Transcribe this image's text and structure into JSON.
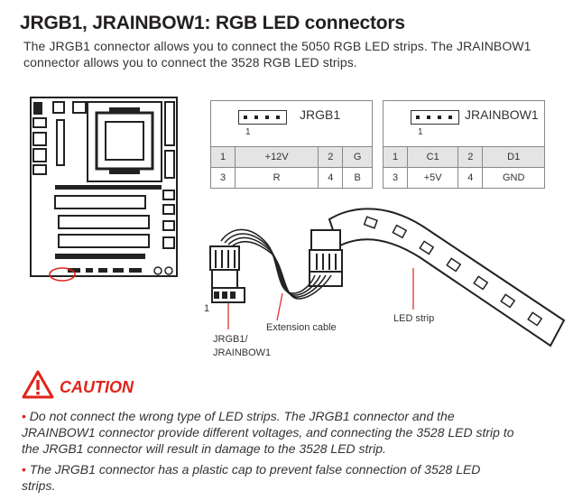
{
  "title": "JRGB1, JRAINBOW1: RGB LED connectors",
  "intro": [
    "The JRGB1 connector allows you to connect the 5050 RGB LED strips. The JRAINBOW1",
    "connector allows you to connect the 3528 RGB LED strips."
  ],
  "jrgb1": {
    "name": "JRGB1",
    "pin1_marker": "1",
    "rows": [
      [
        "1",
        "+12V",
        "2",
        "G"
      ],
      [
        "3",
        "R",
        "4",
        "B"
      ]
    ]
  },
  "jrainbow1": {
    "name": "JRAINBOW1",
    "pin1_marker": "1",
    "rows": [
      [
        "1",
        "C1",
        "2",
        "D1"
      ],
      [
        "3",
        "+5V",
        "4",
        "GND"
      ]
    ]
  },
  "diagram": {
    "pin1_marker": "1",
    "extension_cable": "Extension cable",
    "led_strip": "LED strip",
    "connector_label_line1": "JRGB1/",
    "connector_label_line2": "JRAINBOW1"
  },
  "caution": {
    "title": "CAUTION",
    "notes": [
      {
        "lines": [
          "Do not connect the wrong type of LED strips. The JRGB1 connector and the",
          "JRAINBOW1 connector provide different voltages, and connecting the 3528 LED strip to",
          "the JRGB1 connector will result in damage to the 3528 LED strip."
        ]
      },
      {
        "lines": [
          "The JRGB1 connector has a plastic cap to prevent false connection of 3528 LED",
          "strips."
        ]
      }
    ]
  },
  "colors": {
    "accent": "#e0231b",
    "text": "#231f20",
    "table_shade": "#e4e4e4"
  },
  "icons": [
    "motherboard-diagram",
    "pin-header-icon",
    "caution-triangle-icon",
    "led-strip-illustration"
  ]
}
